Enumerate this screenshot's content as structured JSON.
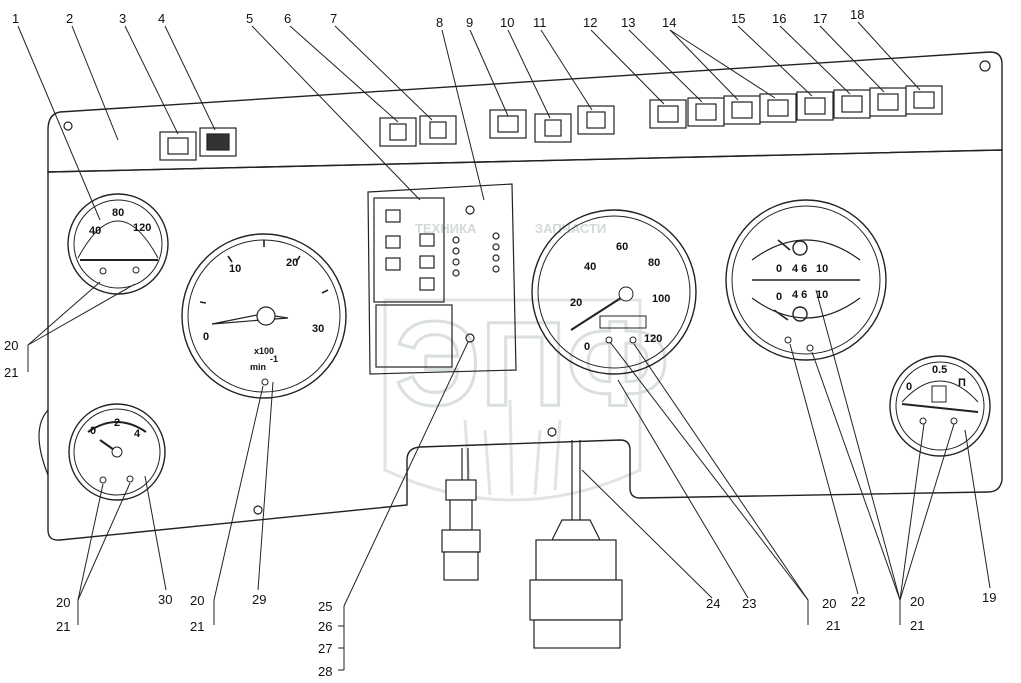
{
  "callouts_top": [
    "1",
    "2",
    "3",
    "4",
    "5",
    "6",
    "7",
    "8",
    "9",
    "10",
    "11",
    "12",
    "13",
    "14",
    "15",
    "16",
    "17",
    "18"
  ],
  "callouts_bottom": {
    "c20a": "20",
    "c21a": "21",
    "c20b": "20",
    "c21b": "21",
    "c30": "30",
    "c20c": "20",
    "c21c": "21",
    "c29": "29",
    "c25": "25",
    "c26": "26",
    "c27": "27",
    "c28": "28",
    "c24": "24",
    "c23": "23",
    "c20d": "20",
    "c21d": "21",
    "c22": "22",
    "c20e": "20",
    "c21e": "21",
    "c19": "19"
  },
  "gauge_temp": {
    "t40": "40",
    "t80": "80",
    "t120": "120"
  },
  "gauge_pressure": {
    "t0": "0",
    "t2": "2",
    "t4": "4"
  },
  "tachometer": {
    "t0": "0",
    "t10": "10",
    "t20": "20",
    "t30": "30",
    "unit1": "x100",
    "unit2": "min",
    "unit3": "-1"
  },
  "speedometer": {
    "t0": "0",
    "t20": "20",
    "t40": "40",
    "t60": "60",
    "t80": "80",
    "t100": "100",
    "t120": "120"
  },
  "combo_gauge": {
    "a0": "0",
    "a46": "4 6",
    "a10": "10",
    "b0": "0",
    "b46": "4 6",
    "b10": "10"
  },
  "fuel_gauge": {
    "t0": "0",
    "t05": "0.5",
    "tP": "П"
  },
  "watermark": {
    "left": "ТЕХНИКА",
    "right": "ЗАПЧАСТИ",
    "big": "ЭПФ"
  }
}
